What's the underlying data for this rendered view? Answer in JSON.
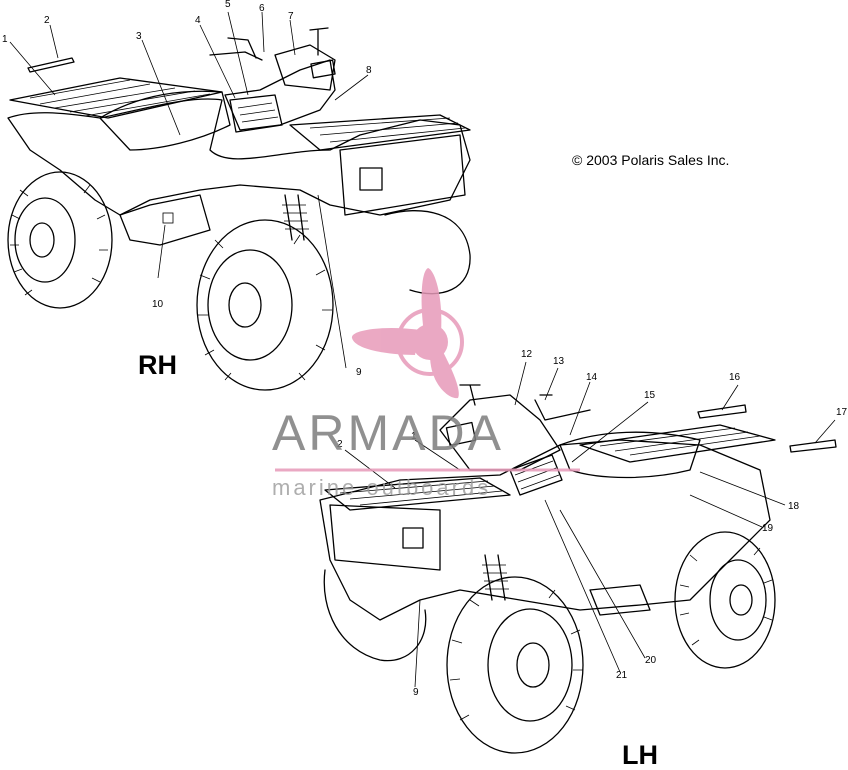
{
  "copyright": "© 2003 Polaris Sales Inc.",
  "views": {
    "rh": "RH",
    "lh": "LH"
  },
  "watermark": {
    "brand": "ARMADA",
    "tagline": "marine outboards",
    "accent_color": "#e79ab9",
    "text_color": "#7d7d7d"
  },
  "callouts_rh": [
    "1",
    "2",
    "3",
    "4",
    "5",
    "6",
    "7",
    "8",
    "9",
    "10"
  ],
  "callouts_lh": [
    "12",
    "13",
    "14",
    "15",
    "16",
    "17",
    "18",
    "19",
    "2",
    "1",
    "20",
    "21",
    "9"
  ]
}
